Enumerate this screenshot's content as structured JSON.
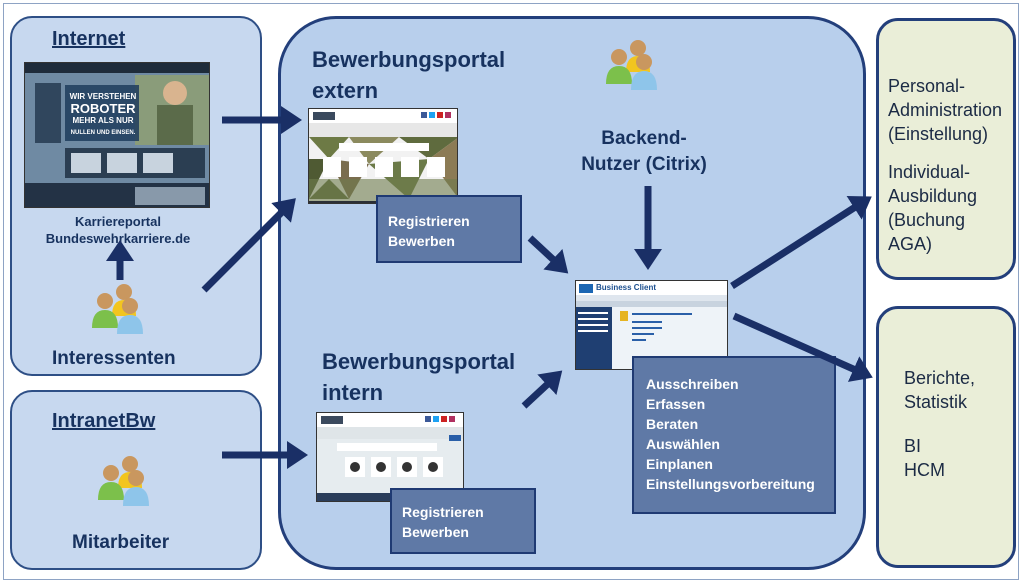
{
  "internet": {
    "heading": "Internet",
    "caption_line1": "Karriereportal",
    "caption_line2": "Bundeswehrkarriere.de",
    "users_label": "Interessenten",
    "screenshot_text_1": "WIR VERSTEHEN",
    "screenshot_text_2": "ROBOTER",
    "screenshot_text_3": "MEHR ALS NUR",
    "screenshot_text_4": "NULLEN UND EINSEN."
  },
  "intranet": {
    "heading": "IntranetBw",
    "users_label": "Mitarbeiter"
  },
  "portal_extern": {
    "title_line1": "Bewerbungsportal",
    "title_line2": "extern",
    "box_line1": "Registrieren",
    "box_line2": "Bewerben"
  },
  "portal_intern": {
    "title_line1": "Bewerbungsportal",
    "title_line2": "intern",
    "box_line1": "Registrieren",
    "box_line2": "Bewerben"
  },
  "backend": {
    "label_line1": "Backend-",
    "label_line2": "Nutzer (Citrix)",
    "client_title": "Business Client",
    "tasks": [
      "Ausschreiben",
      "Erfassen",
      "Beraten",
      "Auswählen",
      "Einplanen",
      "Einstellungsvorbereitung"
    ]
  },
  "right_top": {
    "lines": [
      "Personal-",
      "Administration",
      "(Einstellung)",
      "",
      "Individual-",
      "Ausbildung",
      "(Buchung",
      "AGA)"
    ]
  },
  "right_bottom": {
    "lines": [
      "Berichte,",
      "Statistik",
      "",
      "BI",
      "HCM"
    ]
  },
  "colors": {
    "panel": "#c7d8ef",
    "center": "#b8cfec",
    "navy": "#1a2f66",
    "box": "#5f79a6",
    "right": "#eaeed8"
  }
}
